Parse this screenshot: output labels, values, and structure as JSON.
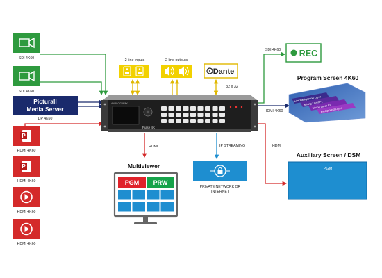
{
  "sources": {
    "sdi1_label": "SDI 4K60",
    "sdi2_label": "SDI 4K60",
    "media_server_line1": "Picturall",
    "media_server_line2": "Media Server",
    "dp_label": "DP 4K60",
    "hdmi1_label": "HDMI 4K60",
    "hdmi2_label": "HDMI 4K60",
    "hdmi3_label": "HDMI 4K60",
    "hdmi4_label": "HDMI 4K60"
  },
  "audio": {
    "inputs_label": "2 line inputs",
    "outputs_label": "2 line outputs",
    "dante_label": "Dante",
    "dante_channels": "32 x 32"
  },
  "device": {
    "brand": "ANALOG WAY",
    "model": "Pulse 4K"
  },
  "record": {
    "sdi_label": "SDI 4K60",
    "rec_label": "REC"
  },
  "program_screen": {
    "title": "Program Screen 4K60",
    "hdmi_label": "HDMI 4K60",
    "layers": [
      "Live Background Layer",
      "Mixing Layer P1",
      "Mixing Layer P2",
      "Background Layer"
    ]
  },
  "multiviewer": {
    "hdmi_label": "HDMI",
    "title": "Multiviewer",
    "pgm": "PGM",
    "prw": "PRW"
  },
  "streaming": {
    "label": "IP STREAMING",
    "network_line1": "PRIVATE NETWORK OR",
    "network_line2": "INTERNET"
  },
  "aux_screen": {
    "hdmi_label": "HDMI",
    "title": "Auxiliary Screen / DSM",
    "pgm": "PGM"
  },
  "colors": {
    "green": "#2e9a3e",
    "navy": "#1a2a6c",
    "red": "#d42a2a",
    "yellow": "#f2d100",
    "cyan_blue": "#1e8ed0",
    "purple": "#5a2a8c"
  }
}
